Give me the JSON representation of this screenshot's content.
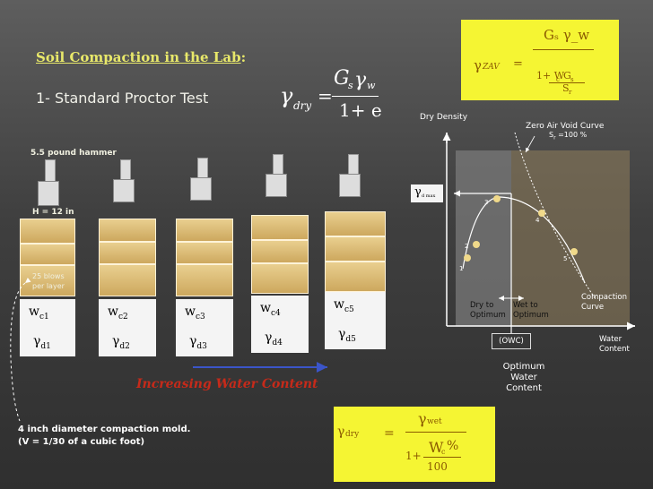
{
  "title": {
    "main": "Soil Compaction in the Lab",
    "colon": ":"
  },
  "subtitle": "1- Standard Proctor Test",
  "formula_dry": {
    "lhs": "γ",
    "lhs_sub": "dry",
    "eq": "=",
    "num_g": "G",
    "num_s": "s",
    "num_gamma": "γ",
    "num_w": "w",
    "den": "1+ e"
  },
  "zav_box": {
    "lhs": "γ",
    "lhs_sub": "ZAV",
    "eq": "=",
    "num": "Gₛ γ_w",
    "den1": "1+ W",
    "den1_sub": "c",
    "den2": "G",
    "den2_sub": "s",
    "den3": "S",
    "den3_sub": "r"
  },
  "hammer_label": "5.5 pound hammer",
  "height_label": "H = 12 in",
  "blows_label": [
    "25 blows",
    "per layer"
  ],
  "samples": [
    {
      "w": "w",
      "w_sub": "c1",
      "g": "γ",
      "g_sub": "d1"
    },
    {
      "w": "w",
      "w_sub": "c2",
      "g": "γ",
      "g_sub": "d2"
    },
    {
      "w": "w",
      "w_sub": "c3",
      "g": "γ",
      "g_sub": "d3"
    },
    {
      "w": "w",
      "w_sub": "c4",
      "g": "γ",
      "g_sub": "d4"
    },
    {
      "w": "w",
      "w_sub": "c5",
      "g": "γ",
      "g_sub": "d5"
    }
  ],
  "increasing_label": "Increasing Water Content",
  "mold_note": [
    "4 inch diameter compaction mold.",
    "(V = 1/30 of a cubic foot)"
  ],
  "wet_box": {
    "lhs": "γ",
    "lhs_sub": "dry",
    "eq": "=",
    "num": "γ",
    "num_sub": "wet",
    "den_a": "1+",
    "den_w": "W",
    "den_w_sub": "c",
    "den_pct": "%",
    "den_100": "100"
  },
  "graph": {
    "y_axis": "Dry Density",
    "x_axis": [
      "Water",
      "Content"
    ],
    "zav_label": "Zero Air Void Curve",
    "zav_sr": "S",
    "zav_sr_sub": "r",
    "zav_sr_val": " =100 %",
    "gmax": "γ",
    "gmax_sub": "d max",
    "dry_label": [
      "Dry to",
      "Optimum"
    ],
    "wet_label": [
      "Wet to",
      "Optimum"
    ],
    "owc": "(OWC)",
    "optimum": [
      "Optimum",
      "Water",
      "Content"
    ],
    "curve_label": [
      "Compaction",
      "Curve"
    ],
    "points": [
      "1",
      "2",
      "3",
      "4",
      "5"
    ]
  },
  "colors": {
    "yellow": "#f5f533",
    "soil": "#d9b46a",
    "red": "#c62a1a",
    "title": "#e8e86a"
  }
}
